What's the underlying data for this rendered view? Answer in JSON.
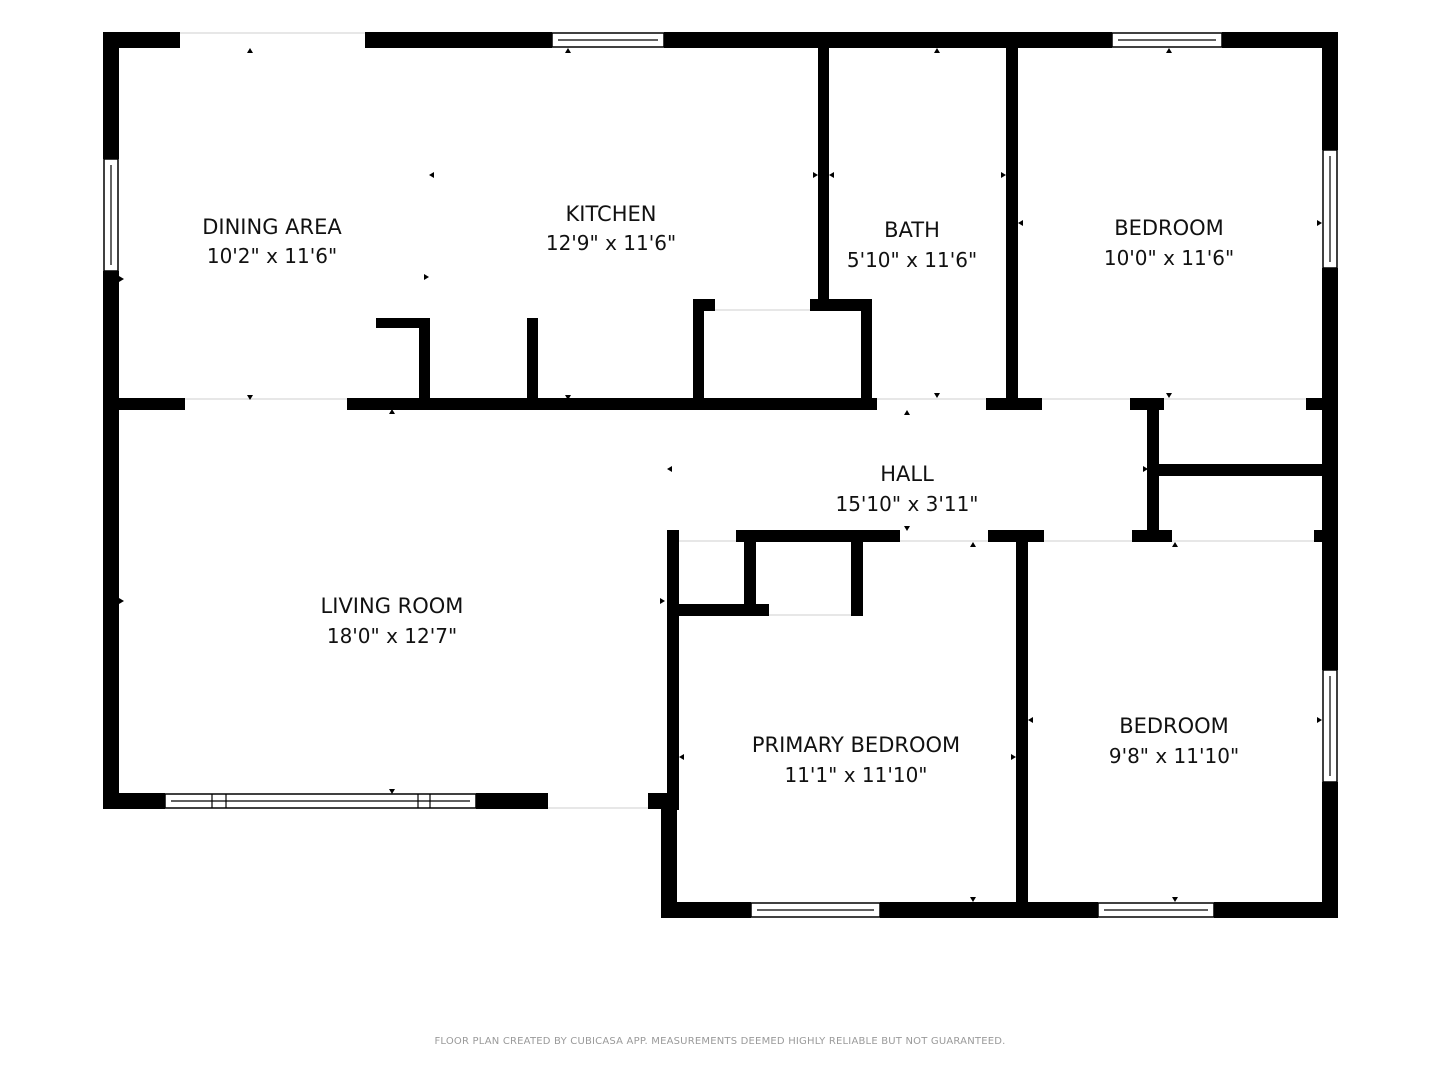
{
  "rooms": [
    {
      "id": "dining-area",
      "name": "DINING AREA",
      "dimensions": "10'2\" x 11'6\""
    },
    {
      "id": "kitchen",
      "name": "KITCHEN",
      "dimensions": "12'9\" x 11'6\""
    },
    {
      "id": "bath",
      "name": "BATH",
      "dimensions": "5'10\" x 11'6\""
    },
    {
      "id": "bedroom-ne",
      "name": "BEDROOM",
      "dimensions": "10'0\" x 11'6\""
    },
    {
      "id": "hall",
      "name": "HALL",
      "dimensions": "15'10\" x 3'11\""
    },
    {
      "id": "living-room",
      "name": "LIVING ROOM",
      "dimensions": "18'0\" x 12'7\""
    },
    {
      "id": "primary-bedroom",
      "name": "PRIMARY BEDROOM",
      "dimensions": "11'1\" x 11'10\""
    },
    {
      "id": "bedroom-se",
      "name": "BEDROOM",
      "dimensions": "9'8\" x 11'10\""
    }
  ],
  "footer": {
    "note": "FLOOR PLAN CREATED BY CUBICASA APP. MEASUREMENTS DEEMED HIGHLY RELIABLE BUT NOT GUARANTEED."
  },
  "colors": {
    "wall": "#000000",
    "background": "#ffffff",
    "text": "#111111",
    "footer_text": "#9a9a9a"
  }
}
